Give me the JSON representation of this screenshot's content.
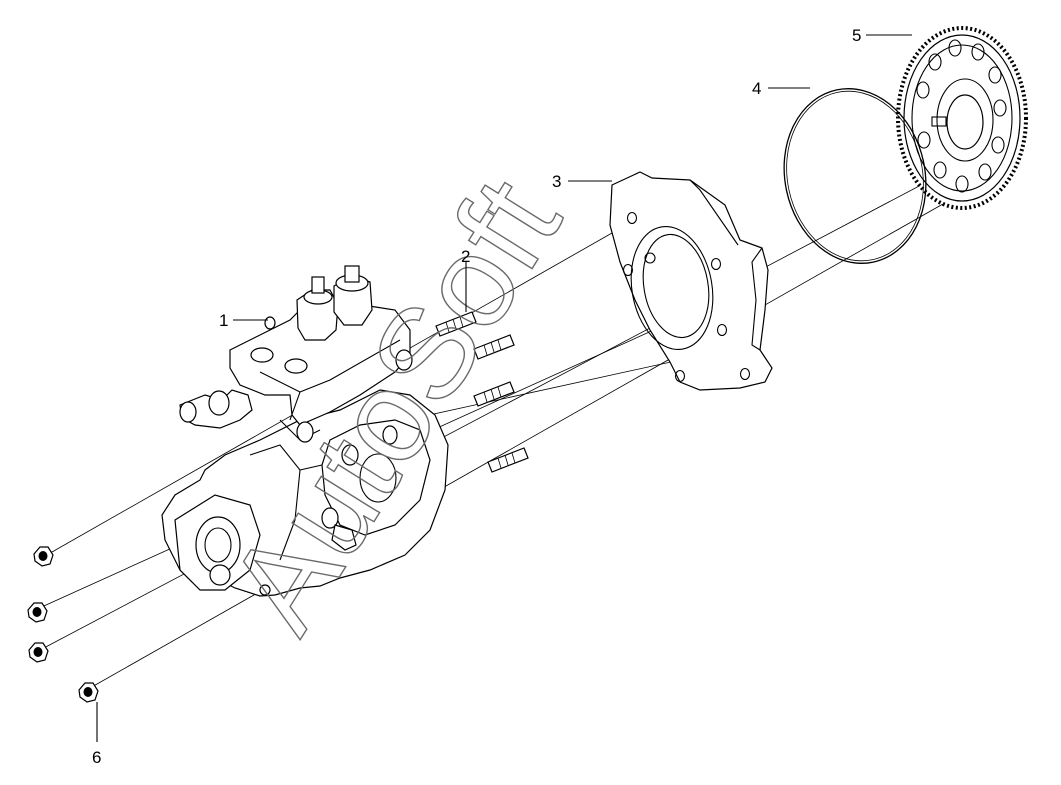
{
  "diagram": {
    "callouts": [
      {
        "id": "1",
        "label": "1"
      },
      {
        "id": "2",
        "label": "2"
      },
      {
        "id": "3",
        "label": "3"
      },
      {
        "id": "4",
        "label": "4"
      },
      {
        "id": "5",
        "label": "5"
      },
      {
        "id": "6",
        "label": "6"
      }
    ],
    "watermark": "AutoSoft"
  },
  "colors": {
    "line": "#000000",
    "background": "#ffffff",
    "watermark": "#6a6a6a"
  }
}
